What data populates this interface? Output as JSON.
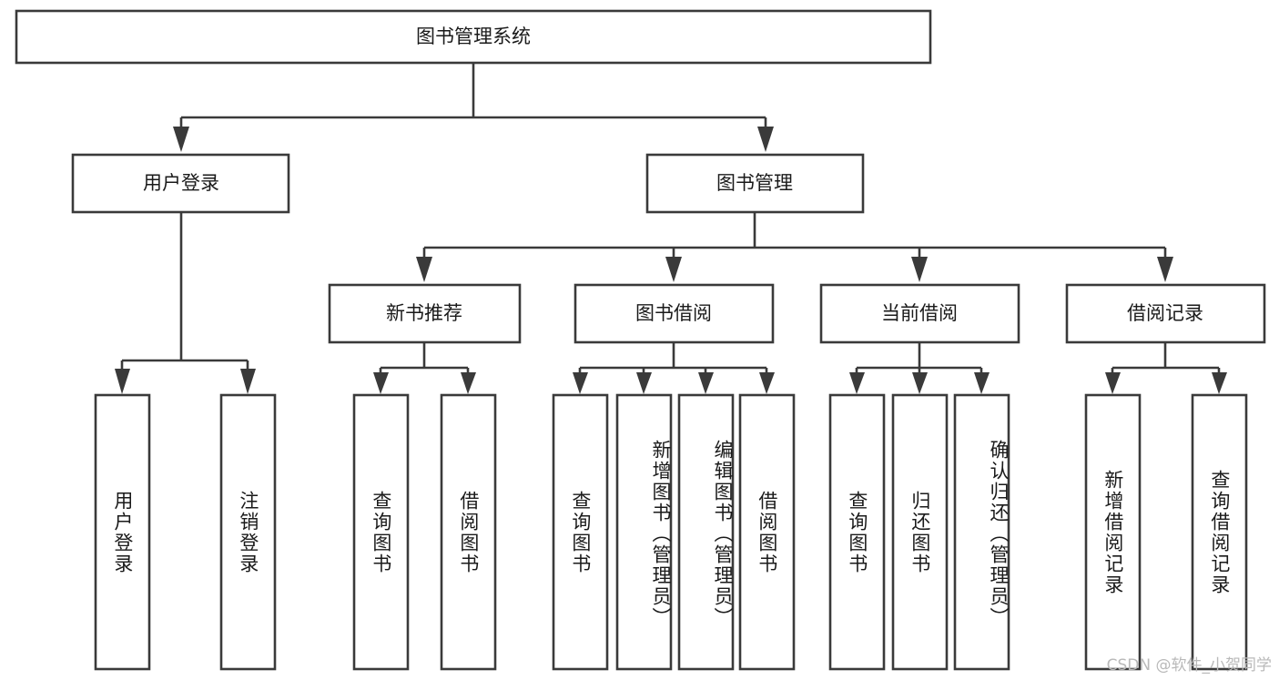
{
  "diagram": {
    "type": "tree-hierarchy",
    "title": "图书管理系统",
    "watermark": "CSDN @软件_小贺同学",
    "colors": {
      "stroke": "#3a3a3a",
      "fill": "#ffffff",
      "text": "#1a1a1a",
      "watermark": "#b9b9b9",
      "background": "#ffffff"
    },
    "levels": {
      "root": {
        "label": "图书管理系统"
      },
      "level2": [
        {
          "label": "用户登录"
        },
        {
          "label": "图书管理"
        }
      ],
      "level3": [
        {
          "label": "新书推荐"
        },
        {
          "label": "图书借阅"
        },
        {
          "label": "当前借阅"
        },
        {
          "label": "借阅记录"
        }
      ],
      "leaves": [
        {
          "label": "用户登录",
          "parent": "用户登录"
        },
        {
          "label": "注销登录",
          "parent": "用户登录"
        },
        {
          "label": "查询图书",
          "parent": "新书推荐"
        },
        {
          "label": "借阅图书",
          "parent": "新书推荐"
        },
        {
          "label": "查询图书",
          "parent": "图书借阅"
        },
        {
          "label": "新增图书（管理员）",
          "parent": "图书借阅"
        },
        {
          "label": "编辑图书（管理员）",
          "parent": "图书借阅"
        },
        {
          "label": "借阅图书",
          "parent": "图书借阅"
        },
        {
          "label": "查询图书",
          "parent": "当前借阅"
        },
        {
          "label": "归还图书",
          "parent": "当前借阅"
        },
        {
          "label": "确认归还（管理员）",
          "parent": "当前借阅"
        },
        {
          "label": "新增借阅记录",
          "parent": "借阅记录"
        },
        {
          "label": "查询借阅记录",
          "parent": "借阅记录"
        }
      ]
    }
  }
}
